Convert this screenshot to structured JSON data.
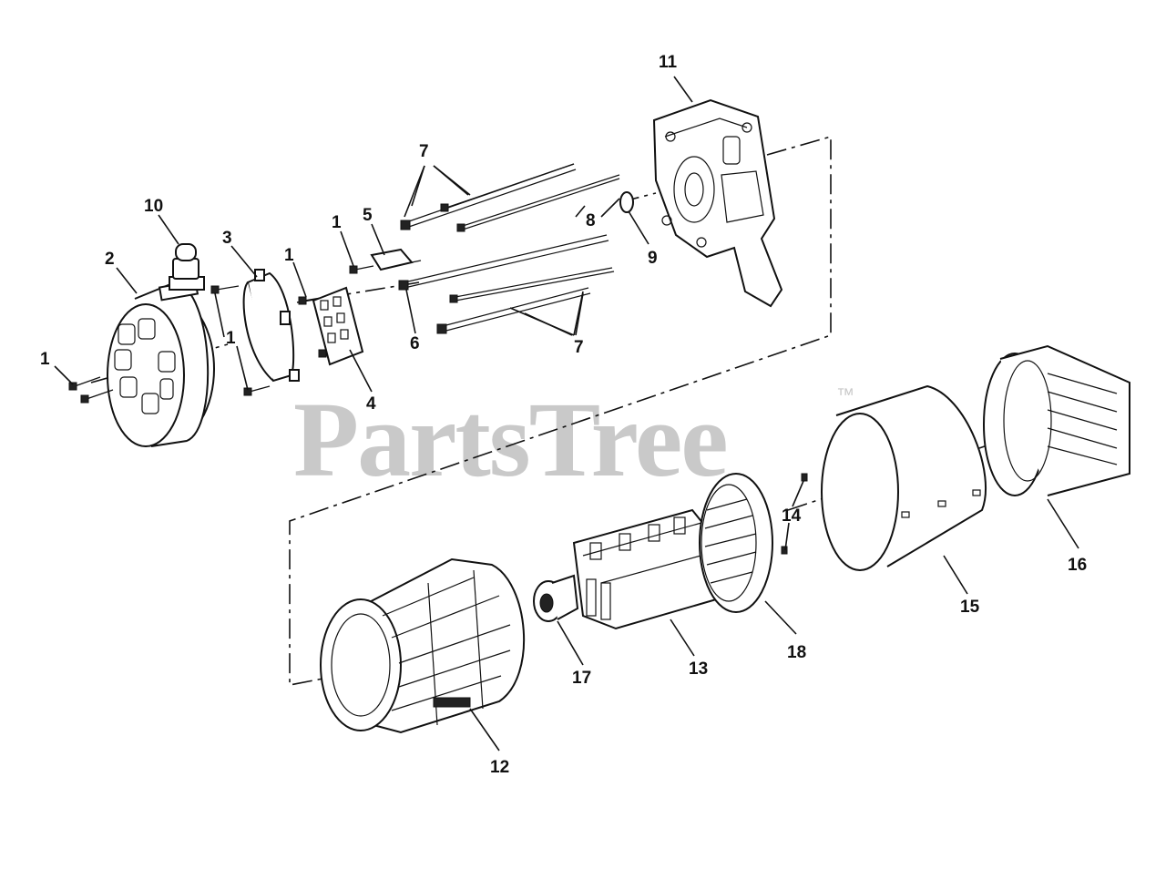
{
  "watermark": {
    "brand": "PartsTree",
    "trademark": "™"
  },
  "callouts": {
    "c1a": "1",
    "c1b": "1",
    "c1c": "1",
    "c1d": "1",
    "c2": "2",
    "c3": "3",
    "c4": "4",
    "c5": "5",
    "c6": "6",
    "c7a": "7",
    "c7b": "7",
    "c8": "8",
    "c9": "9",
    "c10": "10",
    "c11": "11",
    "c12": "12",
    "c13": "13",
    "c14": "14",
    "c15": "15",
    "c16": "16",
    "c17": "17",
    "c18": "18"
  }
}
